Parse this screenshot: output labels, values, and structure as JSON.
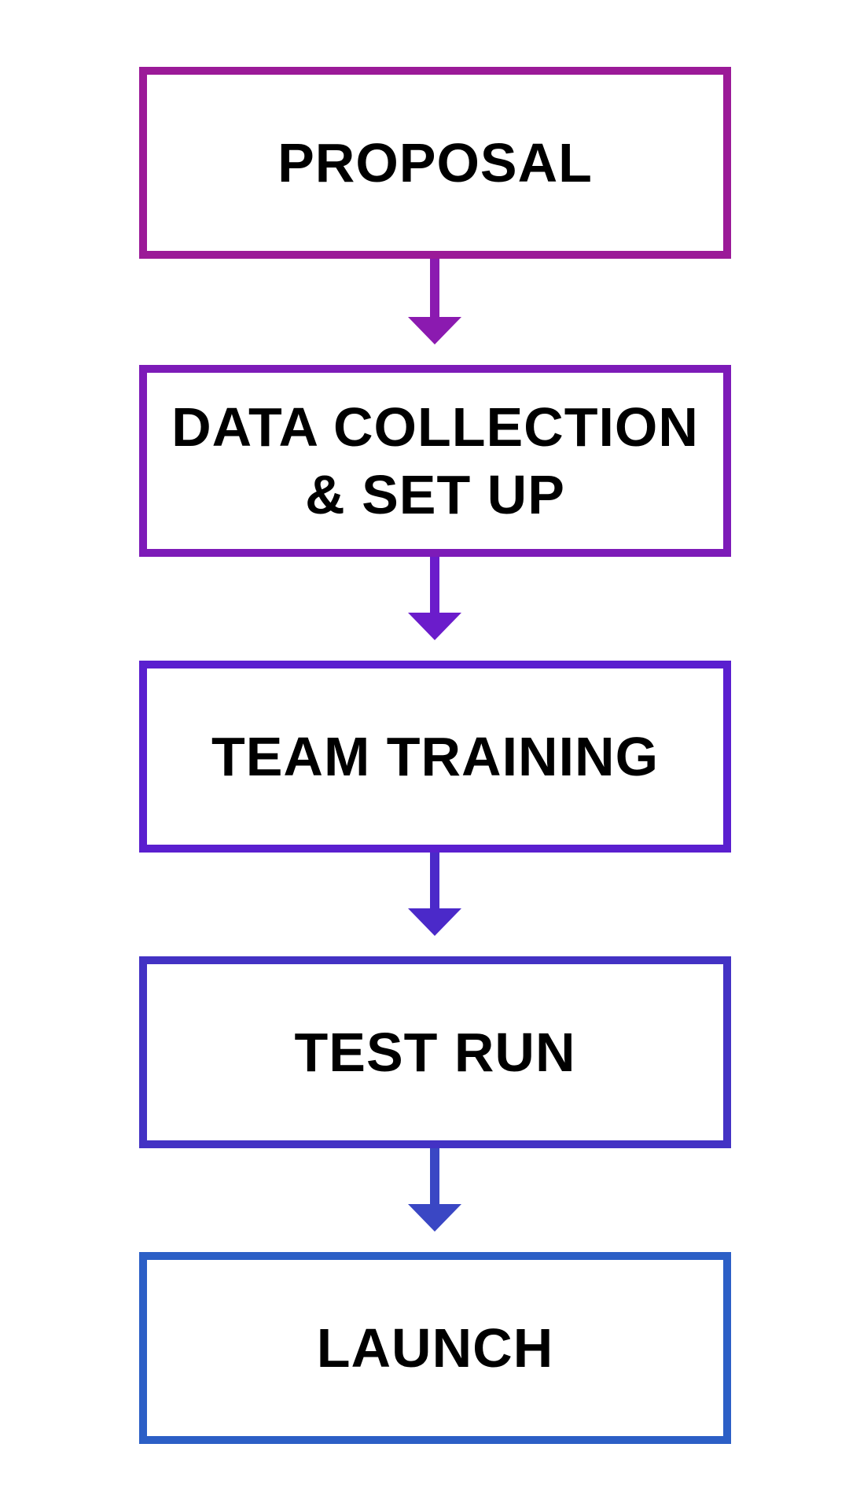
{
  "diagram": {
    "steps": [
      {
        "label": "PROPOSAL",
        "color": "#9b1a98"
      },
      {
        "label": "DATA COLLECTION\n& SET UP",
        "color": "#7d1bb8"
      },
      {
        "label": "TEAM TRAINING",
        "color": "#5a1fcf"
      },
      {
        "label": "TEST RUN",
        "color": "#4332c4"
      },
      {
        "label": "LAUNCH",
        "color": "#2c5fc6"
      }
    ],
    "arrow_colors": [
      "#8b1ab0",
      "#6b1ccb",
      "#4b29c9",
      "#3a47c4"
    ]
  }
}
